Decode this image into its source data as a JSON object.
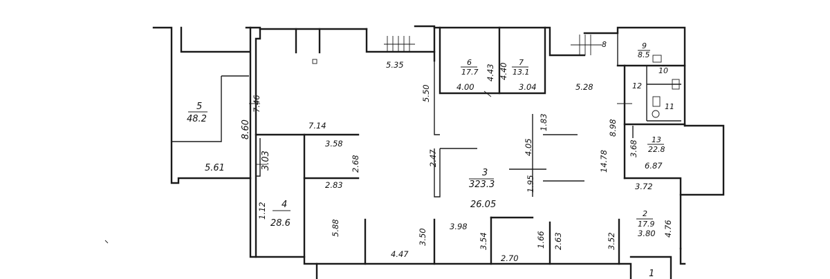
{
  "rooms": [
    {
      "number": "1"
    },
    {
      "number": "2",
      "area": "17.9"
    },
    {
      "number": "3",
      "area": "323.3"
    },
    {
      "number": "4",
      "area": "28.6"
    },
    {
      "number": "5",
      "area": "48.2"
    },
    {
      "number": "6",
      "area": "17.7"
    },
    {
      "number": "7",
      "area": "13.1"
    },
    {
      "number": "8"
    },
    {
      "number": "9",
      "area": "8.5"
    },
    {
      "number": "10"
    },
    {
      "number": "11"
    },
    {
      "number": "12"
    },
    {
      "number": "13",
      "area": "22.8"
    }
  ],
  "dimensions": {
    "d_5_35": "5.35",
    "d_7_46": "7.46",
    "d_8_60": "8.60",
    "d_5_61": "5.61",
    "d_3_03": "3.03",
    "d_7_14": "7.14",
    "d_3_58": "3.58",
    "d_2_68": "2.68",
    "d_2_83": "2.83",
    "d_1_12": "1.12",
    "d_5_88": "5.88",
    "d_5_50": "5.50",
    "d_4_43": "4.43",
    "d_4_40": "4.40",
    "d_4_00": "4.00",
    "d_3_04": "3.04",
    "d_5_28": "5.28",
    "d_1_83": "1.83",
    "d_4_05": "4.05",
    "d_2_47": "2.47",
    "d_1_95": "1.95",
    "d_14_78": "14.78",
    "d_8_98": "8.98",
    "d_3_68": "3.68",
    "d_6_87": "6.87",
    "d_3_72": "3.72",
    "d_26_05": "26.05",
    "d_3_98": "3.98",
    "d_3_50": "3.50",
    "d_3_54": "3.54",
    "d_4_47": "4.47",
    "d_2_70": "2.70",
    "d_1_66": "1.66",
    "d_2_63": "2.63",
    "d_3_52": "3.52",
    "d_3_80": "3.80",
    "d_4_76": "4.76"
  }
}
